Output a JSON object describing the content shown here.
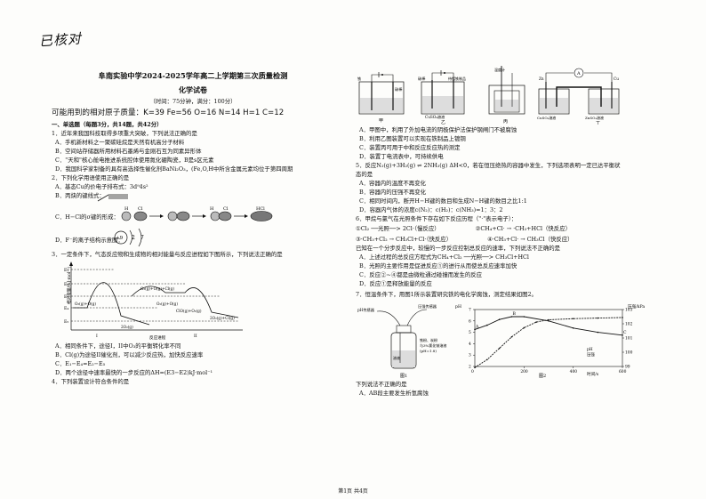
{
  "handwriting": "已核对",
  "header": {
    "title": "阜南实验中学2024-2025学年高二上学期第三次质量检测",
    "subject": "化学试卷",
    "time_info": "（时间：75分钟，满分：100分）",
    "atomic_masses": "可能用到的相对原子质量：K=39   Fe=56   O=16   N=14   H=1   C=12"
  },
  "left": {
    "section1": "一、单选题（每题3分，共14题，共42分）",
    "q1": "1．近年来我国科技取得多项重大突破，下列说法正确的是",
    "q1a": "A．手机新材料之一聚碳硅烷是天然有机高分子材料",
    "q1b": "B．空间站存储器所用材料石墨烯与金刚石互为同素异形体",
    "q1c": "C．\"天和\"核心舱电推进系统腔体使用氮化硼陶瓷，B是s区元素",
    "q1d": "D．我国科学家制备的具有高选择性催化剂BaNi₂O₃，(Fe,O,H中所含金属元素均位于第四周期",
    "q2": "2．下列化学用语使用正确的是",
    "q2a": "A．基态Cu的价电子排布式：3d⁹4s²",
    "q2b": "B．丙炔的键线式：",
    "q2c": "C．H−Cl的σ键的形成：",
    "q2c_labels": [
      "H",
      "Cl",
      "H",
      "Cl",
      "HCl"
    ],
    "q2d": "D．F⁻的离子结构示意图：",
    "q2d_nums": [
      "+9",
      "2",
      "7"
    ],
    "q3": "3．一定条件下，气态反应物和生成物的相对能量与反应进程如下图所示，下列说法正确的是",
    "energy_axis": "相对能量/(kJ·mol⁻¹)",
    "energy_levels": [
      "E₁",
      "E₂",
      "E₃",
      "E₄",
      "E₅"
    ],
    "energy_species": [
      "O₃(g)+O(g)",
      "O₃(g)+O(g)+Cl(g)",
      "O₂(g)+O(g)",
      "2O₂(g)",
      "ClO(g)+O₂(g)",
      "2O₂(g)+Cl(g)"
    ],
    "energy_xlabel": "反应进程",
    "path_labels": [
      "I",
      "II"
    ],
    "q3a": "A．相同条件下，途径I，II中O₃的平衡转化率不同",
    "q3b": "B．Cl(g)为途径II催化剂，可以减少反应热，加快反应速率",
    "q3c": "C．E₁−E₄=E₂−E₅",
    "q3d": "D．两个途径中速率最快的一步反应的ΔH=(E3−E2)kJ·mol⁻¹",
    "q4": "4．下列装置设计符合条件的是"
  },
  "right": {
    "apparatus_labels": [
      "甲",
      "乙",
      "丙",
      "丁"
    ],
    "apparatus_tags": [
      "铁",
      "碳棒",
      "待镀铁制品",
      "CuSO₄溶液",
      "温度计",
      "CuSO₄溶液",
      "ZnSO₄溶液",
      "Zn",
      "Cu",
      "A"
    ],
    "q4a": "A．甲图中，利用了外加电流的阴极保护法保护钢闸门不被腐蚀",
    "q4b": "B．利用乙图装置可以实现在铁制品上镀铜",
    "q4c": "C．装置丙可用于中和反应反应热的测定",
    "q4d": "D．装置丁电流表中，可持续供电",
    "q5": "5．反应N₂(g)+3H₂(g) ⇌ 2NH₃(g)   ΔH<0，若在恒压绝热的容器中发生，下列选项表明一定已达平衡状",
    "q5cont": "态的是",
    "q5a": "A．容器内的温度不再变化",
    "q5b": "B．容器内的压强不再变化",
    "q5c": "C．相同时间内，断开H−H键的数目和生成N−H键的数目之比1:1",
    "q5d": "D．容器内气体的浓度c(N₂)：c(H₂)：c(NH₃)=1：3：2",
    "q6": "6．甲烷与氯气在光照条件下存在如下反应历程（\"·\"表示电子）：",
    "q6r1": "①Cl₂ ──光照──> 2Cl·（慢反应）",
    "q6r2": "②CH₄+Cl· → ·CH₃+HCl（快反应）",
    "q6r3": "③·CH₃+Cl₂ → CH₃Cl+Cl·（快反应）",
    "q6r4": "④·CH₃+Cl· → CH₃Cl（快反应）",
    "q6stem": "已知在一个分步反应中，较慢的一步反应控制总反应的速率，下列说法不正确的是",
    "q6a": "A．上述过程的总反应方程式为CH₄+Cl₂ ──光照──> CH₃Cl+HCl",
    "q6b": "B．光照的主要作用是促进反应①的进行从而使总反应速率加快",
    "q6c": "C．反应②~④都是由微粒通过碰撞而发生的反应",
    "q6d": "D．反应①是释放能量的反应",
    "q7": "7．恒温条件下，用图1所示装置研究铁的电化学腐蚀，测定结果如图2。",
    "fig1_labels": [
      "pH传感器",
      "压强传感器",
      "铁粉、炭粉",
      "与3%氯化钠溶液",
      "(pH=1.8)",
      "溶液"
    ],
    "fig1_caption": "图1",
    "fig2_caption": "图2",
    "fig2_xlabel": "时间/s",
    "fig2_ylabel_left": "pH",
    "fig2_ylabel_right": "压强/kPa",
    "fig2_legend": [
      "pH",
      "压强"
    ],
    "q7stem": "下列说法不正确的是",
    "q7a": "A．AB段主要发生析氢腐蚀"
  },
  "chart_data": {
    "type": "line",
    "title": "图2",
    "xlabel": "时间/s",
    "ylabel": "pH",
    "y2label": "压强/kPa",
    "xlim": [
      0,
      600
    ],
    "ylim": [
      2,
      7
    ],
    "y2lim": [
      99,
      103
    ],
    "x_ticks": [
      0,
      200,
      400,
      600
    ],
    "y_ticks": [
      2,
      3,
      4,
      5,
      6,
      7
    ],
    "y2_ticks": [
      99,
      100,
      101,
      102,
      103
    ],
    "point_labels": [
      "A",
      "B",
      "C"
    ],
    "series": [
      {
        "name": "pH",
        "axis": "left",
        "x": [
          0,
          50,
          100,
          150,
          200,
          250,
          300,
          400,
          500,
          600
        ],
        "y": [
          1.9,
          2.6,
          3.6,
          4.6,
          5.4,
          5.9,
          6.1,
          6.2,
          6.25,
          6.3
        ]
      },
      {
        "name": "压强",
        "axis": "right",
        "x": [
          0,
          50,
          100,
          150,
          200,
          300,
          400,
          500,
          600
        ],
        "y": [
          101.6,
          101.9,
          102.3,
          102.5,
          102.5,
          102.2,
          101.7,
          101.4,
          101.2
        ]
      }
    ]
  },
  "footer": "第1页 共4页"
}
